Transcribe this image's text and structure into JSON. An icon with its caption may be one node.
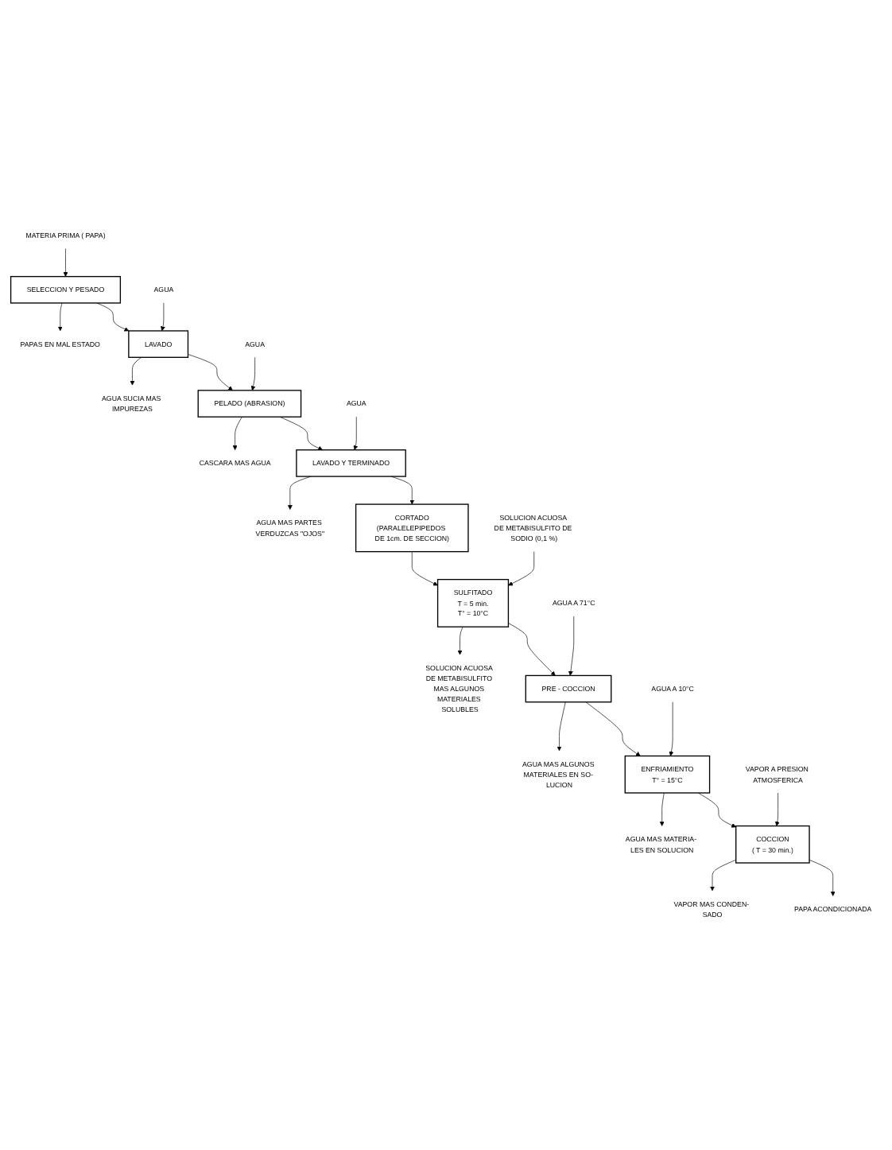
{
  "diagram": {
    "nodes": [
      {
        "text": [
          "MATERIA PRIMA ( PAPA)"
        ]
      },
      {
        "text": [
          "SELECCION Y PESADO"
        ]
      },
      {
        "text": [
          "PAPAS EN MAL ESTADO"
        ]
      },
      {
        "text": [
          "AGUA"
        ]
      },
      {
        "text": [
          "LAVADO"
        ]
      },
      {
        "text": [
          "AGUA SUCIA MAS IMPUREZAS"
        ]
      },
      {
        "text": [
          "AGUA"
        ]
      },
      {
        "text": [
          "PELADO (ABRASION)"
        ]
      },
      {
        "text": [
          "CASCARA MAS AGUA"
        ]
      },
      {
        "text": [
          "AGUA"
        ]
      },
      {
        "text": [
          "LAVADO Y TERMINADO"
        ]
      },
      {
        "text": [
          "AGUA MAS PARTES VERDUZCAS \"OJOS\""
        ]
      },
      {
        "text": [
          "CORTADO",
          "(PARALELEPIPEDOS DE 1cm. DE SECCION)"
        ]
      },
      {
        "text": [
          "SOLUCION ACUOSA DE METABISULFITO DE SODIO (0,1 %)"
        ]
      },
      {
        "text": [
          "SULFITADO",
          "T = 5 min.",
          "T° = 10°C"
        ]
      },
      {
        "text": [
          "SOLUCION ACUOSA DE METABISULFITO MAS ALGUNOS MATERIALES SOLUBLES"
        ]
      },
      {
        "text": [
          "AGUA A 71°C"
        ]
      },
      {
        "text": [
          "PRE - COCCION"
        ]
      },
      {
        "text": [
          "AGUA MAS ALGUNOS MATERIALES EN SO- LUCION"
        ]
      },
      {
        "text": [
          "AGUA A 10°C"
        ]
      },
      {
        "text": [
          "ENFRIAMIENTO",
          "T° = 15°C"
        ]
      },
      {
        "text": [
          "AGUA MAS MATERIA- LES EN SOLUCION"
        ]
      },
      {
        "text": [
          "VAPOR A PRESION ATMOSFERICA"
        ]
      },
      {
        "text": [
          "COCCION",
          "( T = 30 min.)"
        ]
      },
      {
        "text": [
          "VAPOR MAS CONDEN- SADO"
        ]
      },
      {
        "text": [
          "PAPA ACONDICIONADA"
        ]
      }
    ],
    "edges": [
      {
        "from": 0,
        "to": 1,
        "arrow": "to"
      },
      {
        "from": 1,
        "to": 2,
        "arrow": "to"
      },
      {
        "from": 1,
        "to": 4,
        "arrow": "to"
      },
      {
        "from": 3,
        "to": 4,
        "arrow": "to"
      },
      {
        "from": 4,
        "to": 5,
        "arrow": "to"
      },
      {
        "from": 4,
        "to": 7,
        "arrow": "to"
      },
      {
        "from": 6,
        "to": 7,
        "arrow": "to"
      },
      {
        "from": 7,
        "to": 8,
        "arrow": "to"
      },
      {
        "from": 7,
        "to": 10,
        "arrow": "to"
      },
      {
        "from": 9,
        "to": 10,
        "arrow": "to"
      },
      {
        "from": 10,
        "to": 11,
        "arrow": "to"
      },
      {
        "from": 10,
        "to": 12,
        "arrow": "to"
      },
      {
        "from": 12,
        "to": 14,
        "arrow": "to"
      },
      {
        "from": 13,
        "to": 14,
        "arrow": "to"
      },
      {
        "from": 14,
        "to": 15,
        "arrow": "to"
      },
      {
        "from": 14,
        "to": 17,
        "arrow": "to"
      },
      {
        "from": 16,
        "to": 17,
        "arrow": "to"
      },
      {
        "from": 17,
        "to": 18,
        "arrow": "to"
      },
      {
        "from": 17,
        "to": 20,
        "arrow": "to"
      },
      {
        "from": 19,
        "to": 20,
        "arrow": "to"
      },
      {
        "from": 20,
        "to": 21,
        "arrow": "to"
      },
      {
        "from": 20,
        "to": 23,
        "arrow": "to"
      },
      {
        "from": 22,
        "to": 23,
        "arrow": "to"
      },
      {
        "from": 23,
        "to": 24,
        "arrow": "to"
      },
      {
        "from": 23,
        "to": 25,
        "arrow": "to"
      }
    ]
  }
}
